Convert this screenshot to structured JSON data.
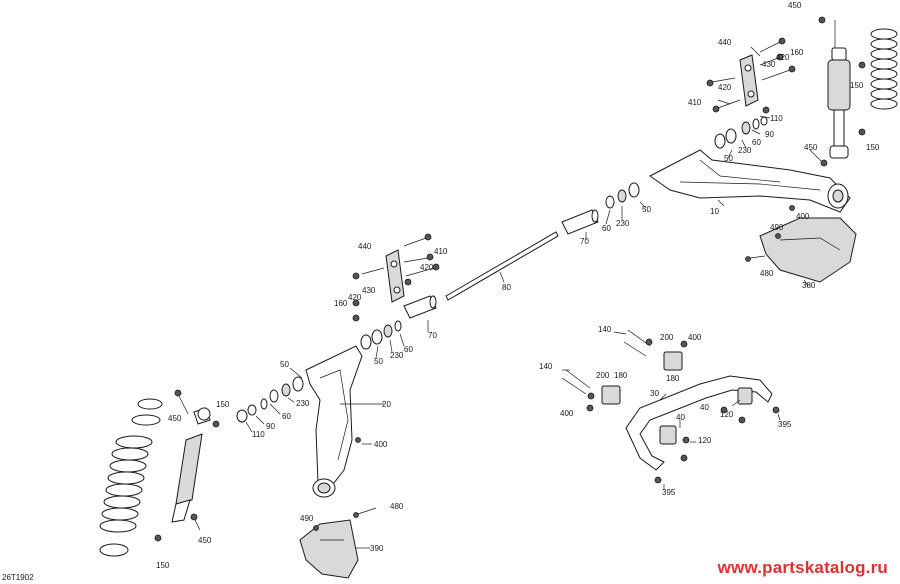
{
  "drawing_id": "26T1902",
  "watermark": "www.partskatalog.ru",
  "callouts": {
    "c450_top": "450",
    "c440_top": "440",
    "c160_top": "160",
    "c420_top1": "420",
    "c430_top": "430",
    "c150_top": "150",
    "c410_top": "410",
    "c420_top2": "420",
    "c110_top": "110",
    "c90_top": "90",
    "c60_top": "60",
    "c150_right": "150",
    "c230_top": "230",
    "c50_top": "50",
    "c450_mid": "450",
    "c50_mid": "50",
    "c10": "10",
    "c400_top": "400",
    "c230_mid": "230",
    "c60_mid": "60",
    "c70_top": "70",
    "c490_top": "490",
    "c480_top": "480",
    "c380": "380",
    "c80": "80",
    "c440_mid": "440",
    "c410_mid": "410",
    "c420_mid": "420",
    "c430_mid": "430",
    "c420_mid2": "420",
    "c160_mid": "160",
    "c70_mid": "70",
    "c60_low": "60",
    "c230_low": "230",
    "c50_low": "50",
    "c140_a": "140",
    "c200_a": "200",
    "c400_a": "400",
    "c180_a": "180",
    "c140_b": "140",
    "c200_b": "200",
    "c180_b": "180",
    "c400_b": "400",
    "c30": "30",
    "c40_a": "40",
    "c120_a": "120",
    "c395_a": "395",
    "c40_b": "40",
    "c120_b": "120",
    "c395_b": "395",
    "c50_left": "50",
    "c20": "20",
    "c230_left": "230",
    "c60_left": "60",
    "c90_left": "90",
    "c110_left": "110",
    "c150_left": "150",
    "c450_left": "450",
    "c400_left": "400",
    "c480_low": "480",
    "c490_low": "490",
    "c390": "390",
    "c150_bottom": "150",
    "c450_bottom": "450"
  }
}
